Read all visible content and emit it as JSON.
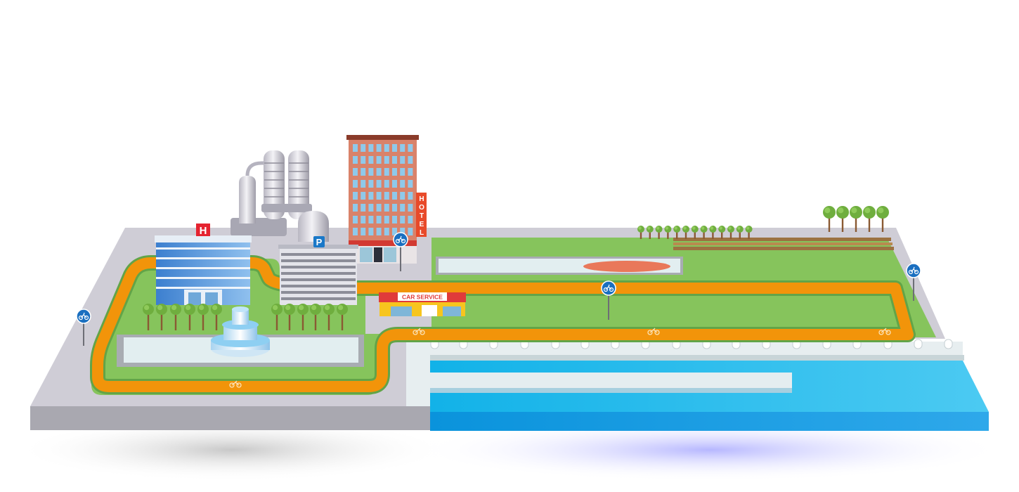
{
  "signs": {
    "hospital": "H",
    "parking": "P",
    "hotel": [
      "H",
      "O",
      "T",
      "E",
      "L"
    ],
    "car_service": "CAR SERVICE"
  },
  "icons": [
    "bicycle-sign-icon",
    "bicycle-lane-marking-icon",
    "tree-icon",
    "fountain-icon",
    "industrial-tank-icon"
  ],
  "colors": {
    "ground": "#cfcdd6",
    "grass": "#86c45c",
    "bike_lane": "#f2940a",
    "water": "#36c0ee",
    "hospital_cross": "#e52330",
    "parking_blue": "#1a78c8",
    "hotel_facade": "#d9826a",
    "car_service_red": "#e03a3a",
    "car_service_yellow": "#f7c51e"
  }
}
